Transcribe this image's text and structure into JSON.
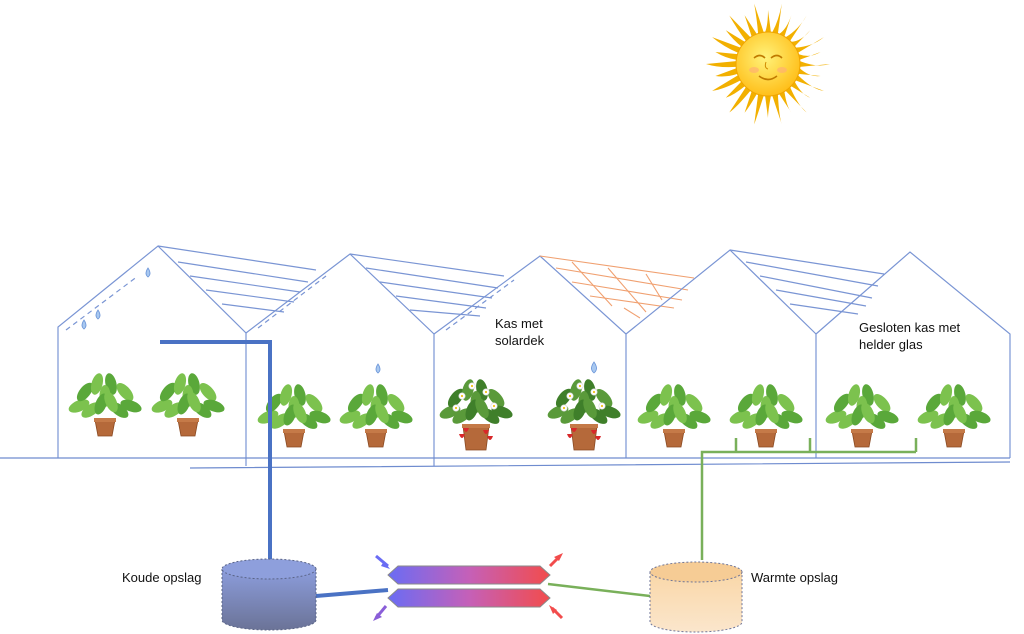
{
  "labels": {
    "solar_house_line1": "Kas met",
    "solar_house_line2": "solardek",
    "closed_house_line1": "Gesloten kas met",
    "closed_house_line2": "helder glas",
    "cold_storage": "Koude opslag",
    "warm_storage": "Warmte opslag"
  },
  "icons": {
    "sun": "smiling-sun-icon",
    "plant": "potted-plant-icon",
    "strawberry": "strawberry-plant-icon",
    "droplet": "water-droplet-icon",
    "arrow": "flow-arrow-icon"
  },
  "colors": {
    "greenhouse_outline": "#7a95d4",
    "solar_roof": "#f0a070",
    "cold_pipe": "#4a72c4",
    "warm_pipe": "#79b05a",
    "cold_storage_top": "#8c9ddc",
    "cold_storage_bottom": "#6b7397",
    "warm_storage": "#f9d7a8",
    "exchanger_cold": "#6a6cf4",
    "exchanger_warm": "#f24c4c",
    "sun_core": "#ffcc22",
    "sun_rays": "#f2b000",
    "plant_green": "#5aa83a",
    "pot": "#b5693a"
  }
}
